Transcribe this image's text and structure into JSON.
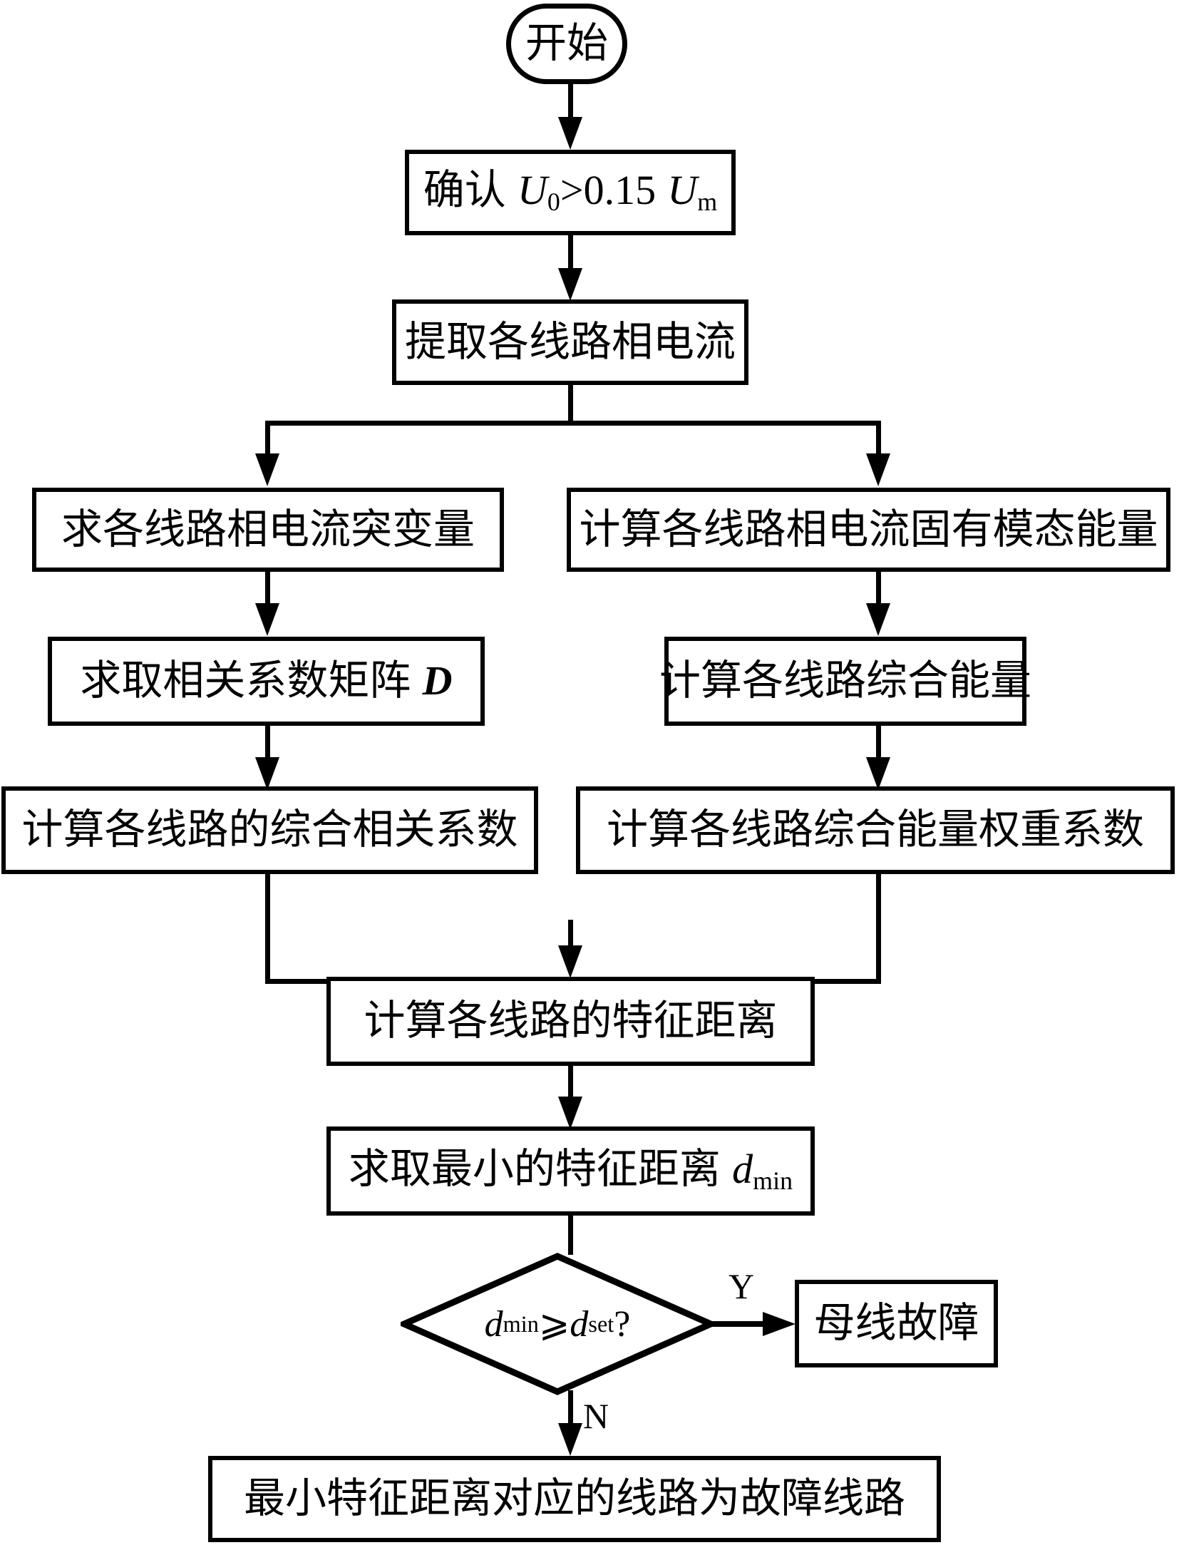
{
  "diagram": {
    "type": "flowchart",
    "language": "zh-CN",
    "title": "故障线路识别流程图",
    "colors": {
      "stroke": "#000000",
      "fill": "#ffffff",
      "text": "#000000"
    },
    "nodes": {
      "start": {
        "label": "开始",
        "shape": "terminal"
      },
      "confirm_voltage": {
        "label_prefix": "确认",
        "var1": "U",
        "sub1": "0",
        "operator": ">",
        "value": "0.15",
        "var2": "U",
        "sub2": "m",
        "shape": "process"
      },
      "extract_phase_current": {
        "label": "提取各线路相电流",
        "shape": "process"
      },
      "phase_current_mutation": {
        "label": "求各线路相电流突变量",
        "shape": "process"
      },
      "imf_energy": {
        "label": "计算各线路相电流固有模态能量",
        "shape": "process"
      },
      "correlation_matrix": {
        "label_prefix": "求取相关系数矩阵",
        "var": "D",
        "shape": "process"
      },
      "comprehensive_energy": {
        "label": "计算各线路综合能量",
        "shape": "process"
      },
      "comprehensive_correlation": {
        "label": "计算各线路的综合相关系数",
        "shape": "process"
      },
      "energy_weight_coefficient": {
        "label": "计算各线路综合能量权重系数",
        "shape": "process"
      },
      "feature_distance": {
        "label": "计算各线路的特征距离",
        "shape": "process"
      },
      "min_feature_distance": {
        "label_prefix": "求取最小的特征距离",
        "var": "d",
        "sub": "min",
        "shape": "process"
      },
      "decision": {
        "var1": "d",
        "sub1": "min",
        "operator": "⩾",
        "var2": "d",
        "sub2": "set",
        "suffix": "?",
        "shape": "decision"
      },
      "bus_fault": {
        "label": "母线故障",
        "shape": "process"
      },
      "fault_line": {
        "label": "最小特征距离对应的线路为故障线路",
        "shape": "process"
      }
    },
    "branch_labels": {
      "yes": "Y",
      "no": "N"
    }
  }
}
